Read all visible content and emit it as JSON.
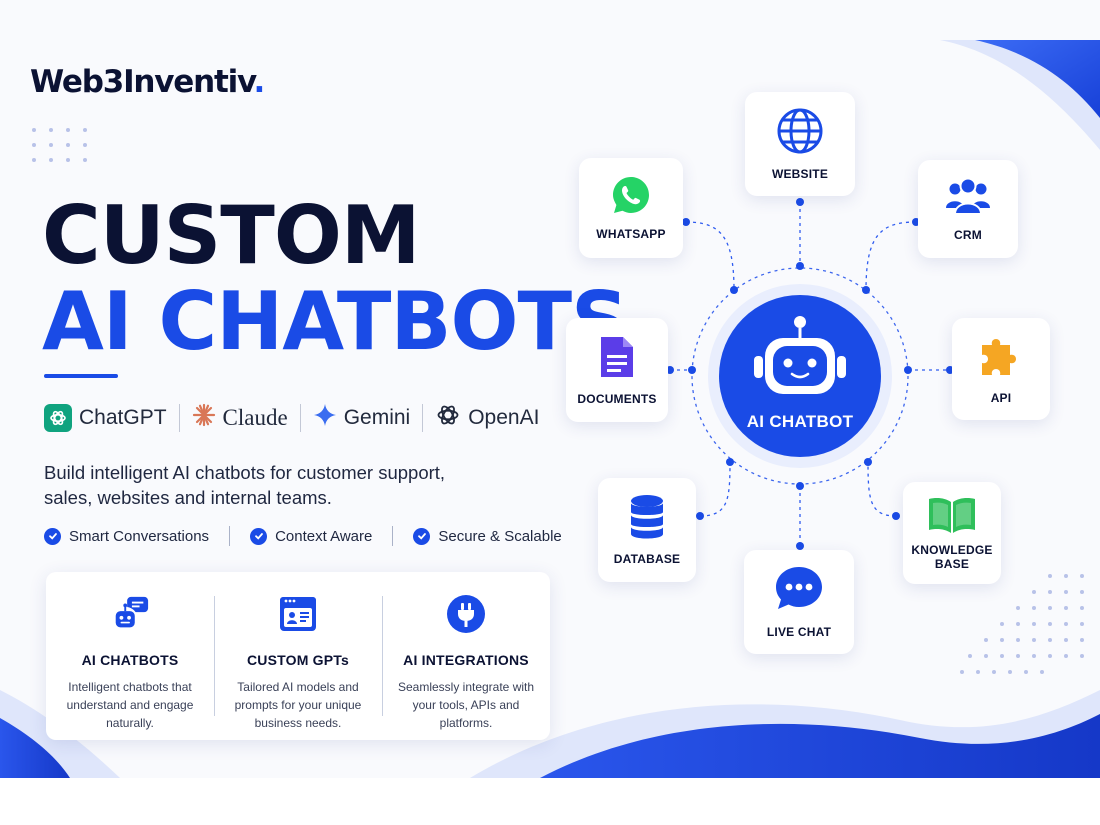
{
  "brand": {
    "name": "Web3Inventiv",
    "dot": "."
  },
  "headline": {
    "line1": "CUSTOM",
    "line2": "AI CHATBOTS"
  },
  "platforms": [
    {
      "name": "ChatGPT",
      "icon": "chatgpt-icon"
    },
    {
      "name": "Claude",
      "icon": "claude-icon"
    },
    {
      "name": "Gemini",
      "icon": "gemini-icon"
    },
    {
      "name": "OpenAI",
      "icon": "openai-icon"
    }
  ],
  "description": "Build intelligent AI chatbots for customer support, sales, websites and internal teams.",
  "features": [
    "Smart Conversations",
    "Context Aware",
    "Secure & Scalable"
  ],
  "cards": [
    {
      "title": "AI CHATBOTS",
      "text": "Intelligent chatbots that understand and engage naturally.",
      "icon": "chatbot-icon"
    },
    {
      "title": "CUSTOM GPTs",
      "text": "Tailored AI models and prompts for your unique business needs.",
      "icon": "profile-card-icon"
    },
    {
      "title": "AI INTEGRATIONS",
      "text": "Seamlessly integrate with your tools, APIs and platforms.",
      "icon": "plug-icon"
    }
  ],
  "hub": {
    "label": "AI CHATBOT",
    "icon": "robot-icon"
  },
  "nodes": {
    "website": "WEBSITE",
    "whatsapp": "WHATSAPP",
    "crm": "CRM",
    "documents": "DOCUMENTS",
    "api": "API",
    "database": "DATABASE",
    "live_chat": "LIVE CHAT",
    "knowledge_base": "KNOWLEDGE BASE"
  },
  "colors": {
    "accent": "#1a4be6",
    "dark": "#0b1233",
    "whatsapp": "#25d366",
    "api": "#f5a623",
    "knowledge": "#2fbf5b",
    "documents": "#5b3de8",
    "claude": "#d97757",
    "chatgpt": "#10a37f"
  }
}
